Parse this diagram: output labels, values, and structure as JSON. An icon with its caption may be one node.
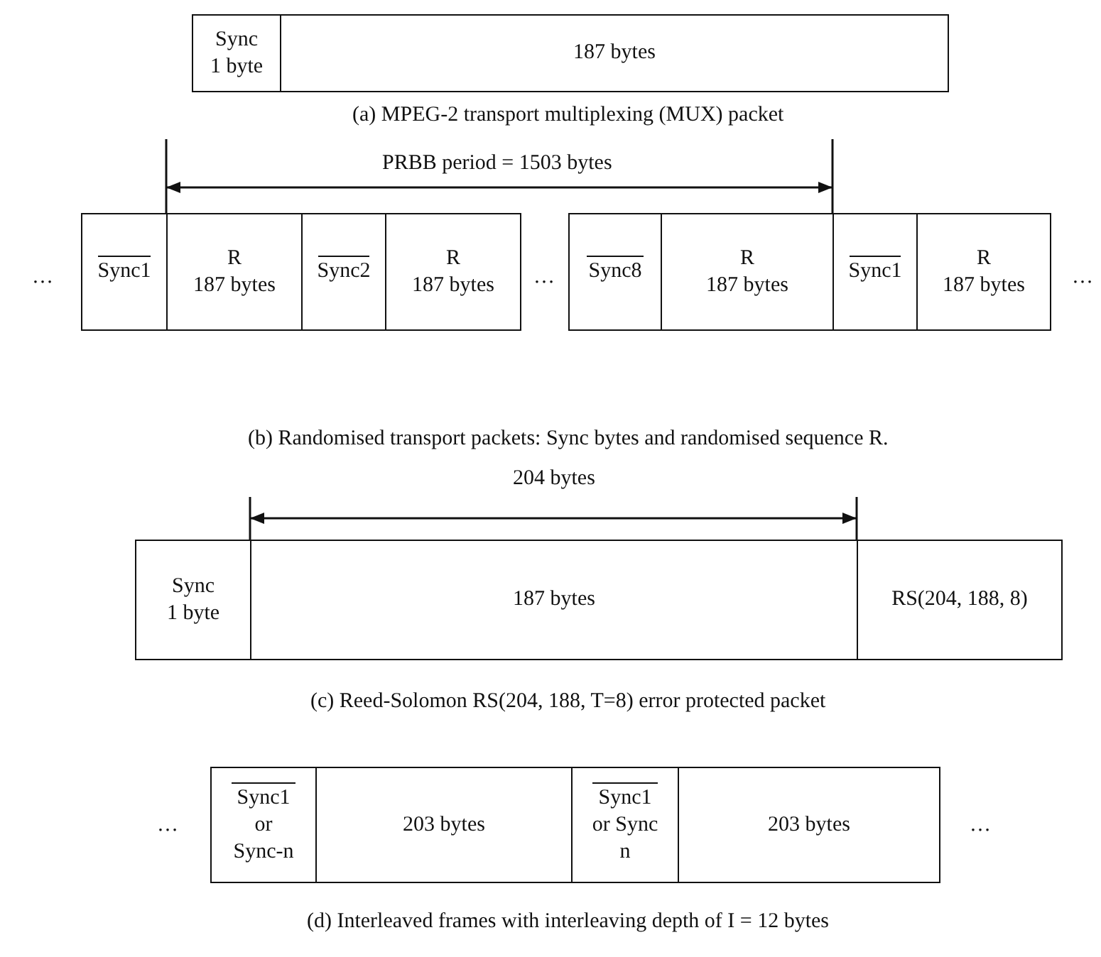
{
  "diagram": {
    "nodes": [
      {
        "text": [
          "Sync 1 byte"
        ]
      },
      {
        "text": [
          "187 bytes"
        ]
      },
      {
        "text": [
          "Sync1"
        ]
      },
      {
        "text": [
          "R",
          "187 bytes"
        ]
      },
      {
        "text": [
          "Sync2"
        ]
      },
      {
        "text": [
          "R",
          "187 bytes"
        ]
      },
      {
        "text": [
          "Sync8"
        ]
      },
      {
        "text": [
          "R",
          "187 bytes"
        ]
      },
      {
        "text": [
          "Sync1"
        ]
      },
      {
        "text": [
          "R",
          "187 bytes"
        ]
      },
      {
        "text": [
          "Sync 1 byte"
        ]
      },
      {
        "text": [
          "187 bytes"
        ]
      },
      {
        "text": [
          "RS(204, 188, 8)"
        ]
      },
      {
        "text": [
          "Sync1 or Sync-n"
        ]
      },
      {
        "text": [
          "203 bytes"
        ]
      },
      {
        "text": [
          "Sync1 or Sync n"
        ]
      },
      {
        "text": [
          "203 bytes"
        ]
      }
    ],
    "labels": [
      "(a) MPEG-2 transport multiplexing (MUX) packet",
      "PRBB period = 1503 bytes",
      "…",
      "…",
      "…",
      "(b) Randomised transport packets: Sync bytes and randomised sequence R.",
      "204 bytes",
      "(c) Reed-Solomon RS(204, 188, T=8) error protected packet",
      "…",
      "…",
      "(d) Interleaved frames with interleaving depth of I = 12 bytes"
    ]
  }
}
